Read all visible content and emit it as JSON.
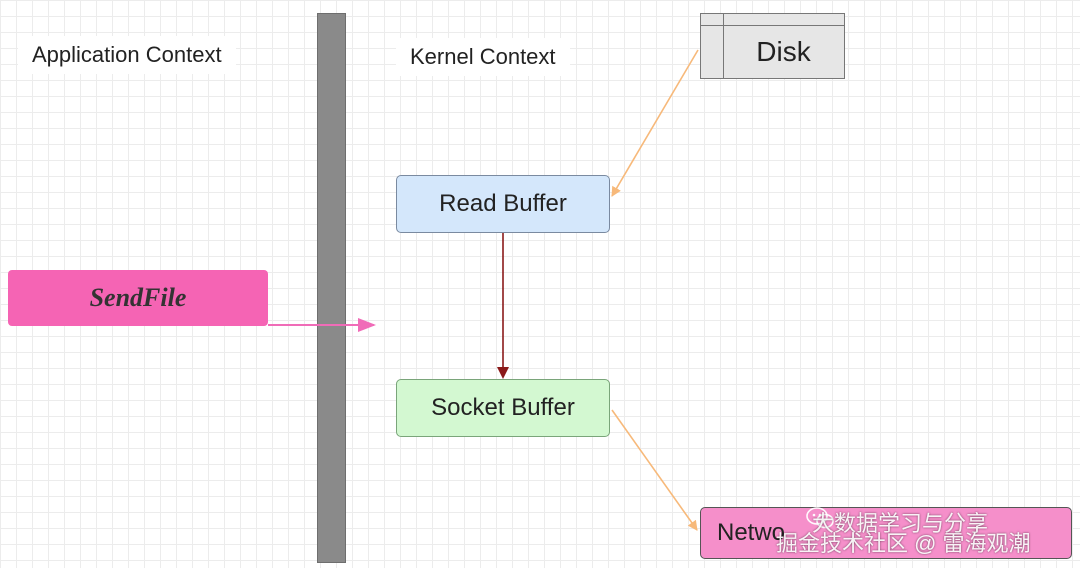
{
  "labels": {
    "application_context": "Application Context",
    "kernel_context": "Kernel Context"
  },
  "nodes": {
    "disk": "Disk",
    "read_buffer": "Read Buffer",
    "socket_buffer": "Socket Buffer",
    "network": "Netwo",
    "sendfile": "SendFile"
  },
  "watermark": {
    "line1": "大数据学习与分享",
    "line2": "掘金技术社区 @ 雷海观潮",
    "icon": "wechat-icon"
  },
  "colors": {
    "read_buffer": "#d4e7fb",
    "socket_buffer": "#d3f8d1",
    "network": "#f58fca",
    "sendfile": "#f564b4",
    "disk": "#e6e6e6",
    "divider": "#8a8a8a",
    "orange_arrow": "#f7b97a",
    "dark_red_arrow": "#8b1a1a",
    "pink_arrow": "#f06cb8"
  }
}
